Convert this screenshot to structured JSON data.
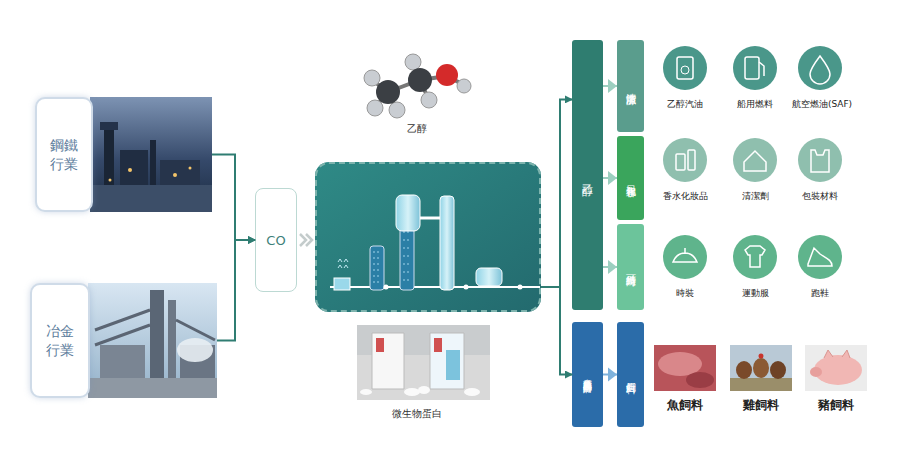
{
  "diagram": {
    "nodes": [
      {
        "text": [
          "鋼鐵 行業"
        ]
      },
      {
        "text": [
          "冶金 行業"
        ]
      },
      {
        "text": [
          "CO"
        ]
      },
      {
        "text": [
          "乙醇",
          "微生物蛋白"
        ]
      },
      {
        "text": [
          "乙醇"
        ]
      },
      {
        "text": [
          "清潔能源"
        ]
      },
      {
        "text": [
          "日化和香水"
        ]
      },
      {
        "text": [
          "可持續時尚"
        ]
      },
      {
        "text": [
          "產氣莢膜梭菌乙醇蛋白"
        ]
      },
      {
        "text": [
          "蛋白飼料"
        ]
      }
    ],
    "edges": [
      {
        "from": 0,
        "to": 2,
        "arrow": "to"
      },
      {
        "from": 1,
        "to": 2,
        "arrow": "to"
      },
      {
        "from": 2,
        "to": 3,
        "arrow": "to"
      },
      {
        "from": 3,
        "to": 4,
        "arrow": "to"
      },
      {
        "from": 3,
        "to": 8,
        "arrow": "to"
      },
      {
        "from": 4,
        "to": 5,
        "arrow": "to"
      },
      {
        "from": 4,
        "to": 6,
        "arrow": "to"
      },
      {
        "from": 4,
        "to": 7,
        "arrow": "to"
      },
      {
        "from": 8,
        "to": 9,
        "arrow": "to"
      }
    ],
    "labels": [
      "乙醇汽油",
      "船用燃料",
      "航空燃油(SAF)",
      "香水化妝品",
      "清潔劑",
      "包裝材料",
      "時裝",
      "運動服",
      "跑鞋",
      "魚飼料",
      "雞飼料",
      "豬飼料"
    ]
  }
}
